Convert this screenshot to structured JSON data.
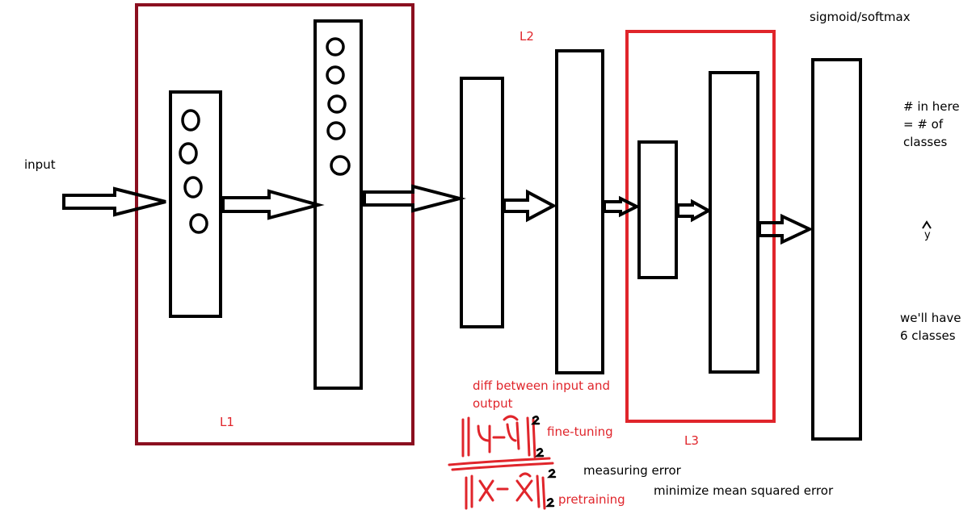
{
  "labels": {
    "input": "input",
    "l1": "L1",
    "l2": "L2",
    "l3": "L3",
    "activation": "sigmoid/softmax",
    "count_line1": "# in here",
    "count_line2": "= # of",
    "count_line3": "classes",
    "yhat": "y",
    "classes_line1": "we'll have",
    "classes_line2": "6 classes",
    "diff_line1": "diff between input and",
    "diff_line2": "output",
    "fine_tuning": "fine-tuning",
    "measuring_error": "measuring error",
    "pretraining": "pretraining",
    "minimize": "minimize mean squared error"
  },
  "formulas": {
    "fine_tuning": "||y - ŷ||²",
    "pretraining": "||x - x̂||²"
  },
  "colors": {
    "ink": "#000000",
    "box_l1": "#8b0f1f",
    "box_l3": "#e0252b",
    "annotation": "#e0252b"
  }
}
